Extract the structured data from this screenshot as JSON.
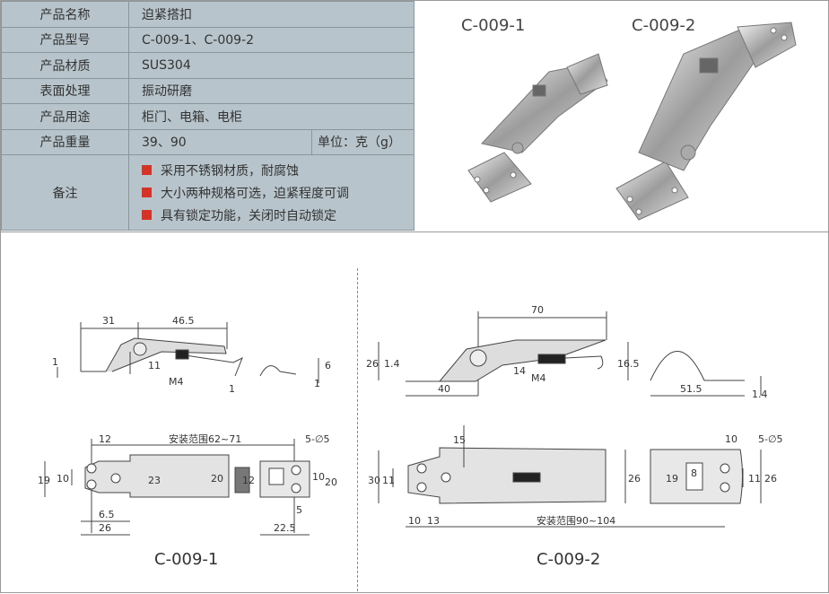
{
  "spec": {
    "rows": [
      {
        "label": "产品名称",
        "value": "迫紧搭扣"
      },
      {
        "label": "产品型号",
        "value": "C-009-1、C-009-2"
      },
      {
        "label": "产品材质",
        "value": "SUS304"
      },
      {
        "label": "表面处理",
        "value": "振动研磨"
      },
      {
        "label": "产品用途",
        "value": "柜门、电箱、电柜"
      },
      {
        "label": "产品重量",
        "value": "39、90",
        "unit": "单位：克（g）"
      }
    ],
    "notes_label": "备注",
    "notes": [
      "采用不锈钢材质，耐腐蚀",
      "大小两种规格可选，迫紧程度可调",
      "具有锁定功能，关闭时自动锁定"
    ],
    "bullet_color": "#d33427"
  },
  "photos": {
    "label1": "C-009-1",
    "label2": "C-009-2"
  },
  "drawing1": {
    "d31": "31",
    "d465": "46.5",
    "d1a": "1",
    "d11": "11",
    "m4": "M4",
    "d1b": "1",
    "d6": "6",
    "d1c": "1",
    "d12": "12",
    "range": "安装范围62~71",
    "holes": "5-∅5",
    "d19": "19",
    "d10": "10",
    "d23": "23",
    "d20a": "20",
    "d12b": "12",
    "d65": "6.5",
    "d26": "26",
    "d10b": "10",
    "d20": "20",
    "d5": "5",
    "d225": "22.5",
    "label": "C-009-1"
  },
  "drawing2": {
    "d70": "70",
    "d26": "26",
    "d14a": "1.4",
    "d14": "14",
    "m4": "M4",
    "d40": "40",
    "d165": "16.5",
    "d515": "51.5",
    "d14b": "1.4",
    "d15": "15",
    "d30": "30",
    "d11": "11",
    "d26b": "26",
    "d10": "10",
    "d13": "13",
    "range": "安装范围90~104",
    "d10b": "10",
    "holes": "5-∅5",
    "d19": "19",
    "d8": "8",
    "d11b": "11",
    "d26c": "26",
    "label": "C-009-2"
  }
}
